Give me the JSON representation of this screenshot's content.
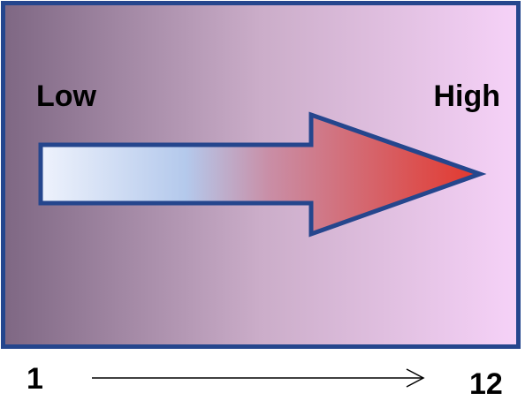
{
  "diagram": {
    "low_label": "Low",
    "high_label": "High",
    "colors": {
      "background_left": "#7e6783",
      "background_mid": "#cbadc9",
      "background_right": "#f6d2f8",
      "frame_border": "#25468d",
      "arrow_start": "#eef2fc",
      "arrow_light_blue": "#b4c9ec",
      "arrow_mid": "#c98ea6",
      "arrow_end": "#e3372c"
    }
  },
  "scale": {
    "start_label": "1",
    "end_label": "12"
  }
}
